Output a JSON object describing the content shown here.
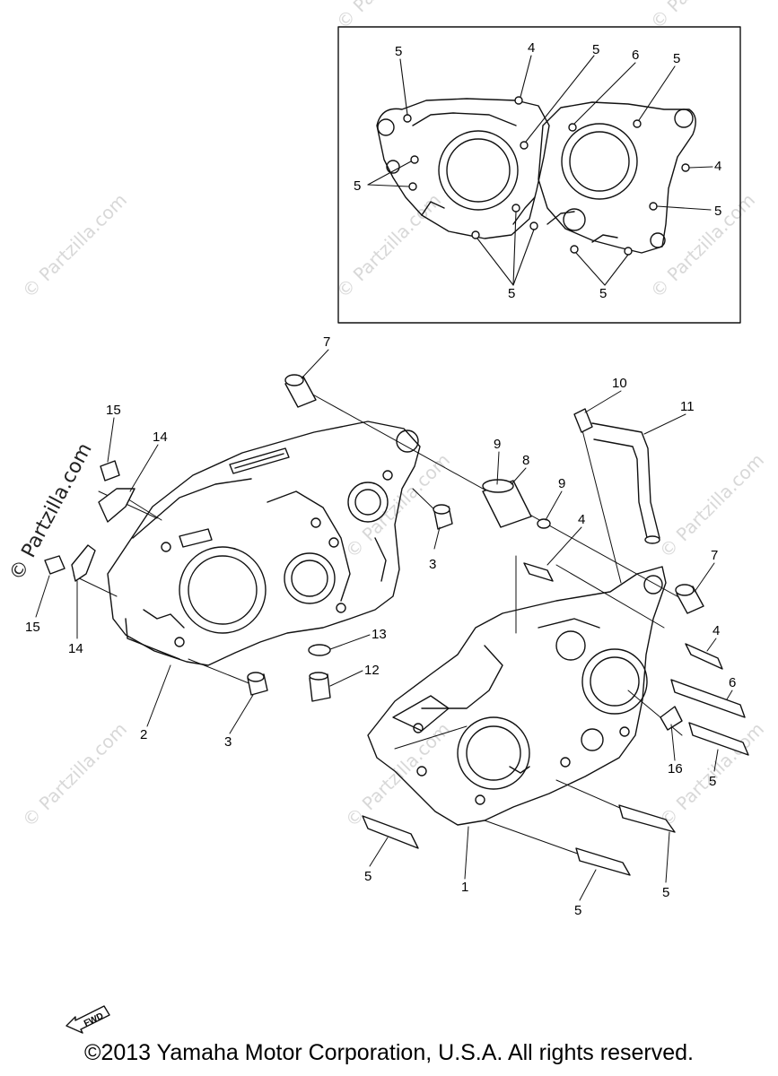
{
  "watermark": "© Partzilla.com",
  "side_watermark": "© Partzilla.com",
  "copyright": "©2013 Yamaha Motor Corporation, U.S.A. All rights reserved.",
  "fwd_label": "FWD",
  "callouts": {
    "inset_5a": "5",
    "inset_4a": "4",
    "inset_5b": "5",
    "inset_6": "6",
    "inset_5c": "5",
    "inset_4b": "4",
    "inset_5d": "5",
    "inset_5e": "5",
    "inset_5f": "5",
    "inset_5g": "5",
    "p7a": "7",
    "p10": "10",
    "p11": "11",
    "p15a": "15",
    "p14a": "14",
    "p9a": "9",
    "p8": "8",
    "p9b": "9",
    "p3a": "3",
    "p4a": "4",
    "p7b": "7",
    "p15b": "15",
    "p14b": "14",
    "p4b": "4",
    "p6": "6",
    "p13": "13",
    "p12": "12",
    "p2": "2",
    "p3b": "3",
    "p16": "16",
    "p5a": "5",
    "p5b": "5",
    "p1": "1",
    "p5c": "5",
    "p5d": "5"
  }
}
